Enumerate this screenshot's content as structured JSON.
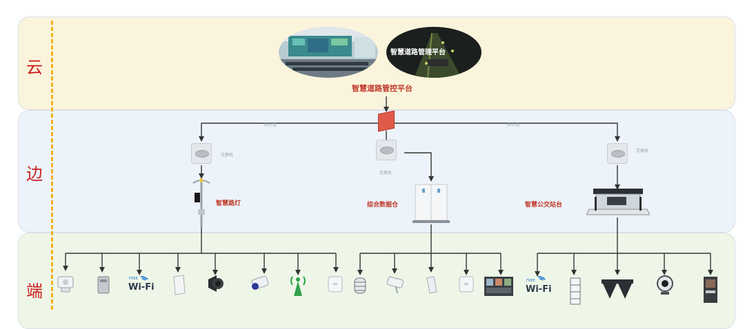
{
  "layers": {
    "cloud": "云",
    "edge": "边",
    "end": "端"
  },
  "cloud": {
    "platform_caption": "智慧道路管控平台",
    "screen_text": "智慧道路管理平台"
  },
  "edge": {
    "firewall_left_label": "防火墙",
    "firewall_right_label": "防火墙",
    "switch_left_label": "交换机",
    "switch_center_label": "交换机",
    "switch_right_label": "交换机",
    "streetlight_label": "智慧路灯",
    "cabinet_label": "综合数据仓",
    "busstop_label": "智慧公交站台"
  },
  "end": {
    "wifi_text": "Wi-Fi",
    "free_text": "FREE",
    "wifi_text_2": "Wi-Fi",
    "free_text_2": "FREE",
    "devices_group1": [
      "camera-gimbal",
      "sensor",
      "wifi",
      "speaker-panel",
      "loudspeaker",
      "bullet-camera",
      "antenna",
      "access-point"
    ],
    "devices_group2": [
      "radar",
      "bullet-camera-2",
      "handheld",
      "access-point-2",
      "display"
    ],
    "devices_group3": [
      "wifi-2",
      "light-pole",
      "canopy-light",
      "webcam",
      "kiosk"
    ]
  },
  "colors": {
    "accent_red": "#cc1f1f",
    "dashed_yellow": "#f2b21b",
    "wire": "#333333"
  }
}
